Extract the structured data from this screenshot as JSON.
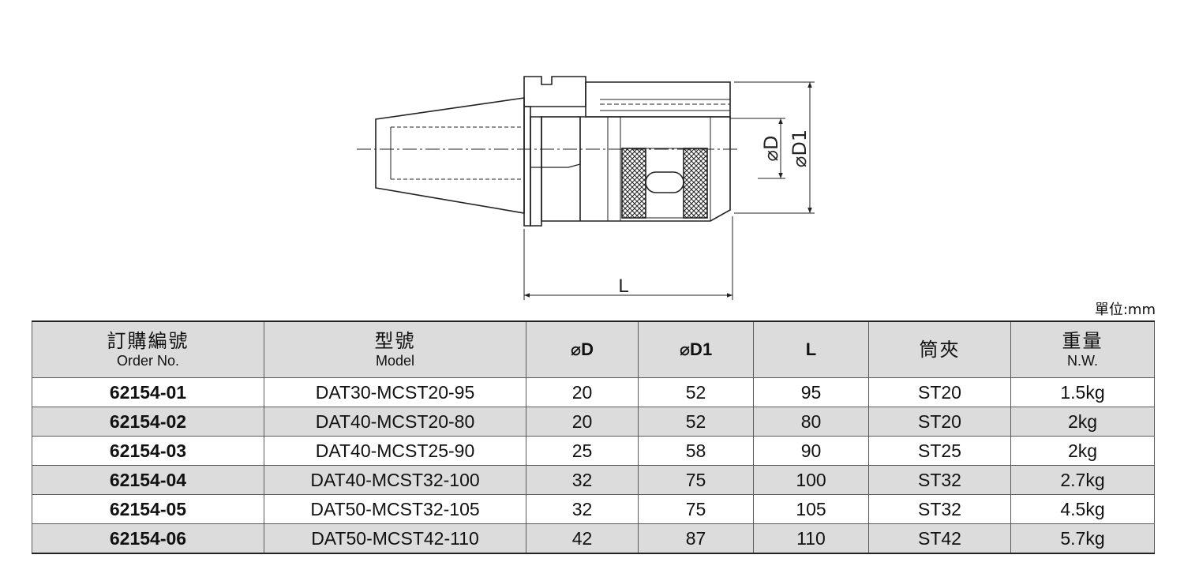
{
  "drawing": {
    "dim_d": "⌀D",
    "dim_d1": "⌀D1",
    "dim_l": "L"
  },
  "unit_label": "單位:mm",
  "table": {
    "headers": {
      "order_zh": "訂購編號",
      "order_en": "Order No.",
      "model_zh": "型號",
      "model_en": "Model",
      "d": "⌀D",
      "d1": "⌀D1",
      "l": "L",
      "collet": "筒夾",
      "weight_zh": "重量",
      "weight_en": "N.W."
    },
    "rows": [
      {
        "order": "62154-01",
        "model": "DAT30-MCST20-95",
        "d": "20",
        "d1": "52",
        "l": "95",
        "collet": "ST20",
        "weight": "1.5kg"
      },
      {
        "order": "62154-02",
        "model": "DAT40-MCST20-80",
        "d": "20",
        "d1": "52",
        "l": "80",
        "collet": "ST20",
        "weight": "2kg"
      },
      {
        "order": "62154-03",
        "model": "DAT40-MCST25-90",
        "d": "25",
        "d1": "58",
        "l": "90",
        "collet": "ST25",
        "weight": "2kg"
      },
      {
        "order": "62154-04",
        "model": "DAT40-MCST32-100",
        "d": "32",
        "d1": "75",
        "l": "100",
        "collet": "ST32",
        "weight": "2.7kg"
      },
      {
        "order": "62154-05",
        "model": "DAT50-MCST32-105",
        "d": "32",
        "d1": "75",
        "l": "105",
        "collet": "ST32",
        "weight": "4.5kg"
      },
      {
        "order": "62154-06",
        "model": "DAT50-MCST42-110",
        "d": "42",
        "d1": "87",
        "l": "110",
        "collet": "ST42",
        "weight": "5.7kg"
      }
    ]
  }
}
